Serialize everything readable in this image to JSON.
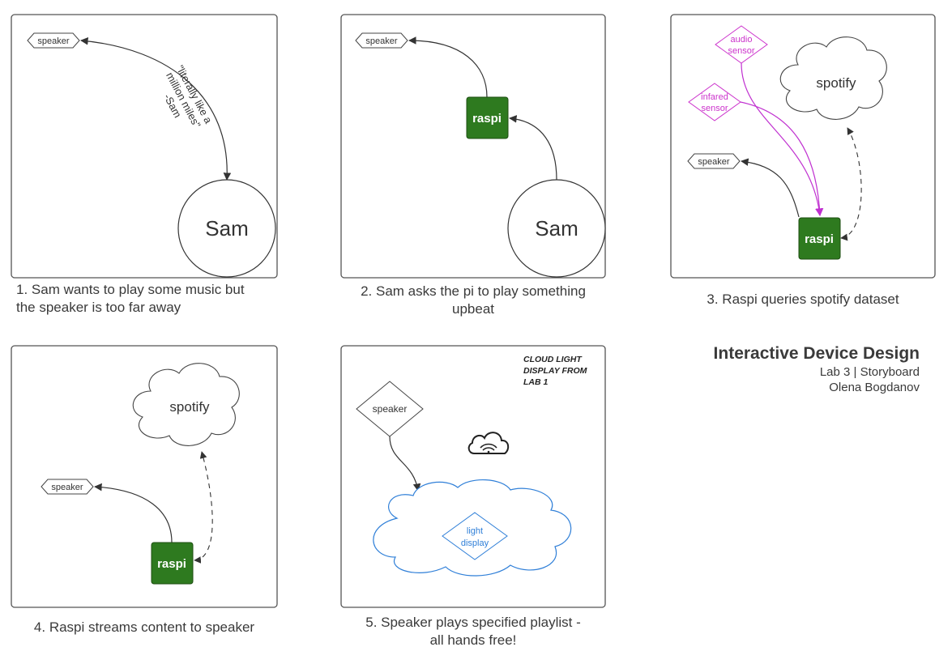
{
  "panels": {
    "p1": {
      "speaker": "speaker",
      "quote_lines": [
        "\"literally like a",
        "million miles\"",
        "-Sam"
      ],
      "person": "Sam",
      "caption": "1. Sam wants to play some music but\n the speaker is too far away"
    },
    "p2": {
      "speaker": "speaker",
      "raspi": "raspi",
      "person": "Sam",
      "caption": "2. Sam asks the pi to play something\nupbeat"
    },
    "p3": {
      "audio_sensor_lines": [
        "audio",
        "sensor"
      ],
      "infared_sensor_lines": [
        "infared",
        "sensor"
      ],
      "cloud": "spotify",
      "speaker": "speaker",
      "raspi": "raspi",
      "caption": "3. Raspi queries spotify dataset"
    },
    "p4": {
      "cloud": "spotify",
      "speaker": "speaker",
      "raspi": "raspi",
      "caption": "4. Raspi streams content to speaker"
    },
    "p5": {
      "handwritten_lines": [
        "CLOUD LIGHT",
        "DISPLAY FROM",
        "LAB 1"
      ],
      "speaker": "speaker",
      "light_display_lines": [
        "light",
        "display"
      ],
      "caption": "5. Speaker plays specified playlist -\nall hands free!"
    }
  },
  "title": {
    "main": "Interactive Device Design",
    "sub": "Lab 3 | Storyboard",
    "author": "Olena Bogdanov"
  },
  "colors": {
    "raspi_green": "#2e7a1f",
    "sensor_magenta": "#cc33cc",
    "light_blue": "#2f7fd8",
    "line": "#333333"
  }
}
